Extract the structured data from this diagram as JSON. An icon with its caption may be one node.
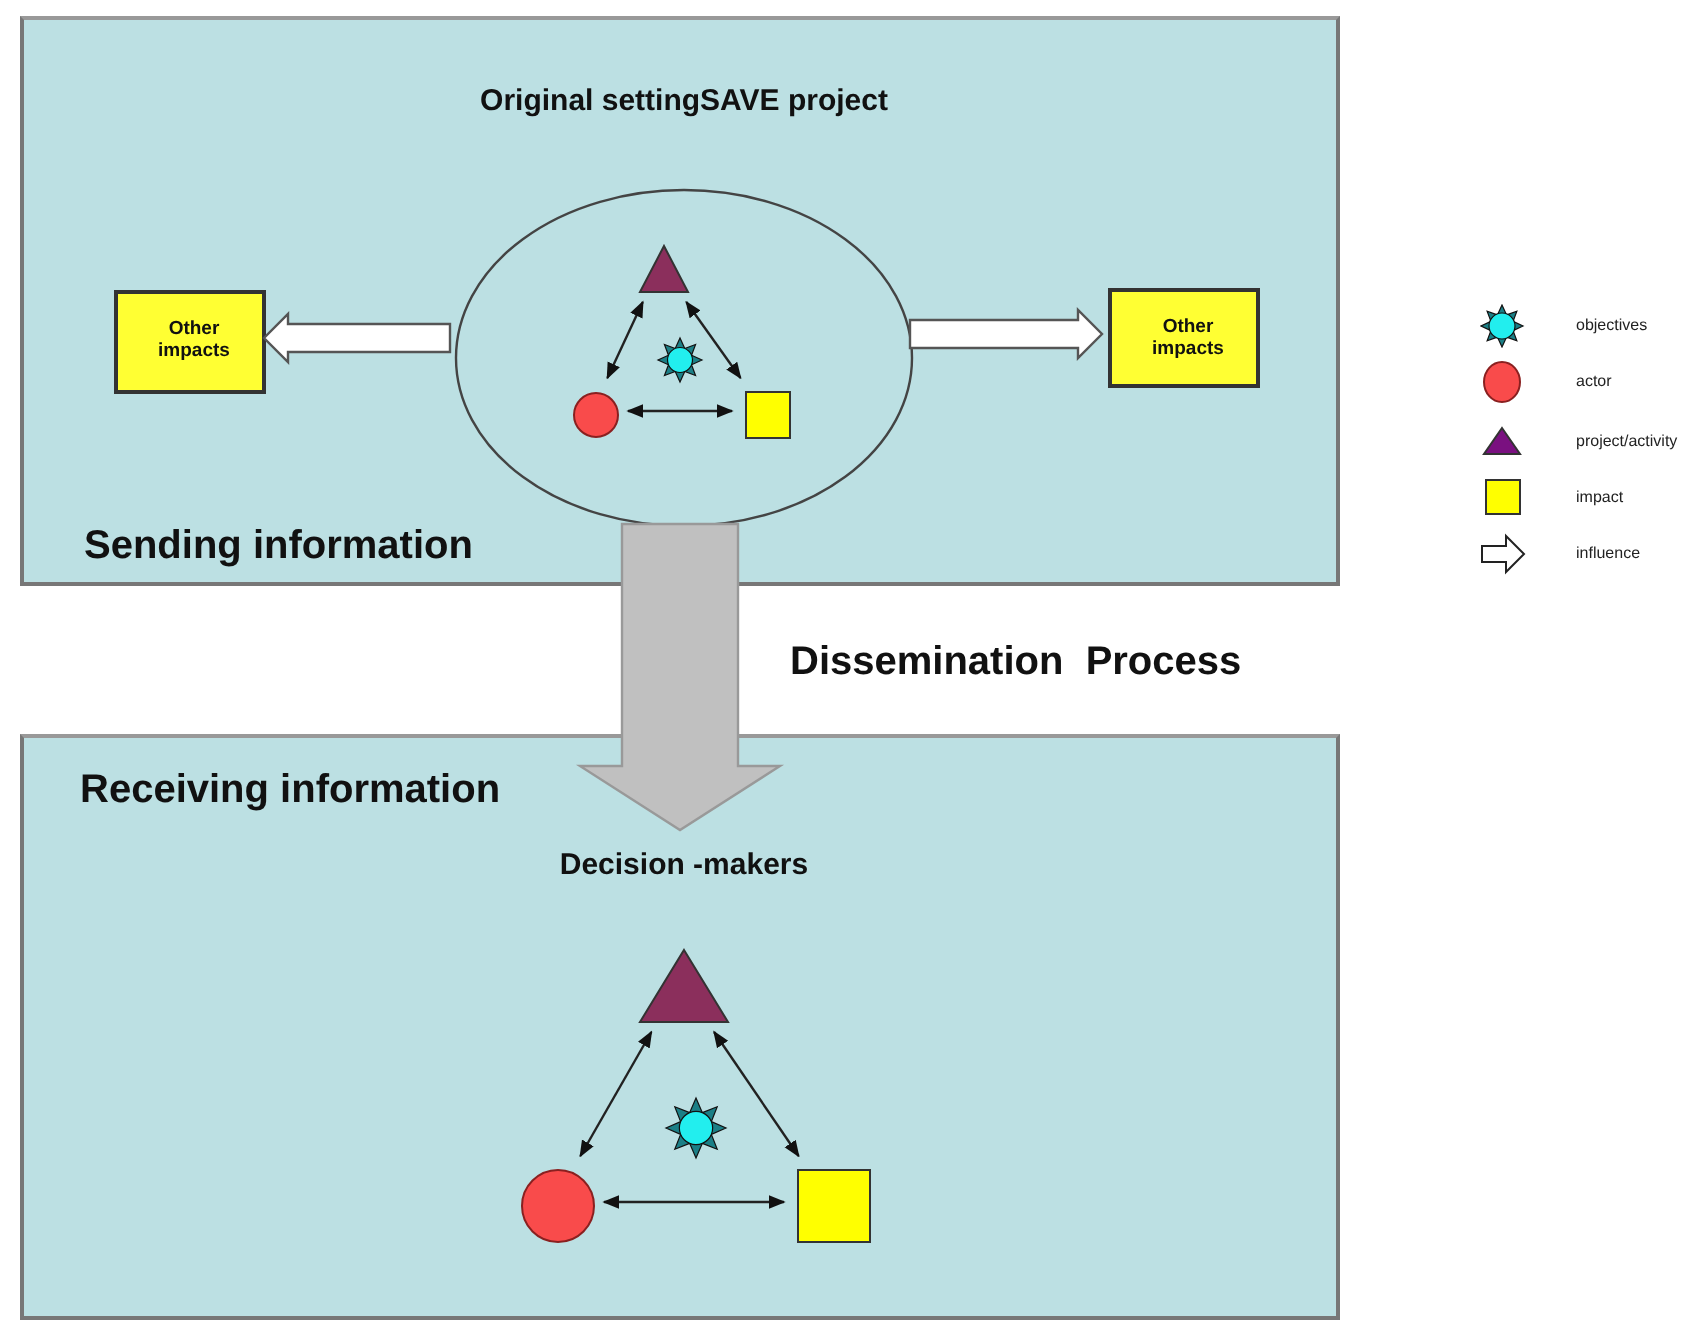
{
  "diagram": {
    "nodes": [
      {
        "text": [
          "Original settingSAVE project",
          "Sending information"
        ]
      },
      {
        "text": [],
        "shape": "ellipse",
        "in": 0
      },
      {
        "text": [],
        "shape": "triangle",
        "in": 1
      },
      {
        "text": [],
        "shape": "star",
        "in": 1
      },
      {
        "text": [],
        "shape": "circle",
        "in": 1
      },
      {
        "text": [],
        "shape": "box",
        "in": 1
      },
      {
        "text": [
          "Other impacts"
        ],
        "in": 0
      },
      {
        "text": [
          "Other impacts"
        ],
        "in": 0
      },
      {
        "text": [
          "Receiving information",
          "Decision -makers"
        ]
      },
      {
        "text": [],
        "shape": "triangle",
        "in": 8
      },
      {
        "text": [],
        "shape": "star",
        "in": 8
      },
      {
        "text": [],
        "shape": "circle",
        "in": 8
      },
      {
        "text": [],
        "shape": "box",
        "in": 8
      }
    ],
    "edges": [
      {
        "from": 1,
        "to": 6,
        "arrow": "to",
        "style": "thick"
      },
      {
        "from": 1,
        "to": 7,
        "arrow": "to",
        "style": "thick"
      },
      {
        "from": 2,
        "to": 4,
        "arrow": "both"
      },
      {
        "from": 2,
        "to": 5,
        "arrow": "both"
      },
      {
        "from": 4,
        "to": 5,
        "arrow": "both"
      },
      {
        "from": 1,
        "to": 8,
        "arrow": "to",
        "style": "thick",
        "color": "#c0c0c0",
        "label": "Dissemination  Process"
      },
      {
        "from": 9,
        "to": 11,
        "arrow": "both"
      },
      {
        "from": 9,
        "to": 12,
        "arrow": "both"
      },
      {
        "from": 11,
        "to": 12,
        "arrow": "both"
      }
    ],
    "legend": [
      {
        "text": "objectives"
      },
      {
        "text": "actor"
      },
      {
        "text": "project/activity"
      },
      {
        "text": "impact"
      },
      {
        "text": "influence"
      }
    ]
  }
}
